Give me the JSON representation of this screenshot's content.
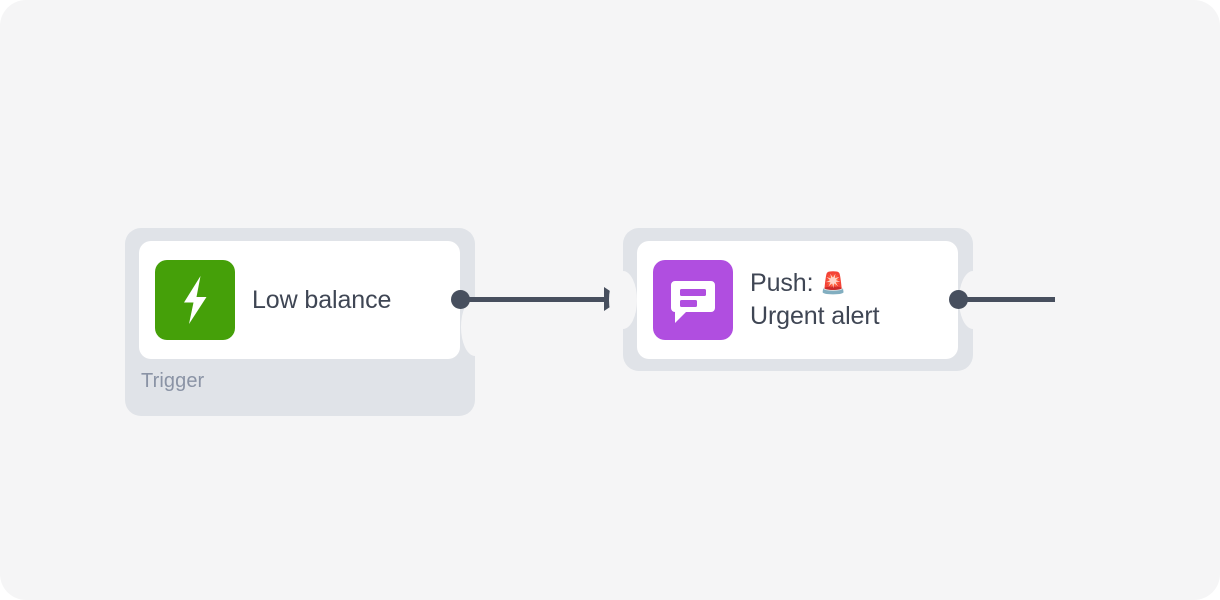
{
  "canvas": {
    "background_color": "#f5f5f6",
    "page_background_color": "#ffffff"
  },
  "nodes": [
    {
      "id": "trigger",
      "title": "Low balance",
      "label": "Trigger",
      "icon": "lightning-bolt-icon",
      "icon_color": "#45a009",
      "icon_glyph_color": "#ffffff",
      "card_color": "#ffffff",
      "shell_color": "#e0e3e8",
      "title_color": "#3f4654",
      "label_color": "#8a93a5"
    },
    {
      "id": "push",
      "title_line1": "Push: ",
      "title_emoji": "🚨",
      "title_line2": "Urgent alert",
      "icon": "chat-bubble-icon",
      "icon_color": "#b04ee0",
      "icon_glyph_color": "#ffffff",
      "card_color": "#ffffff",
      "shell_color": "#e0e3e8",
      "title_color": "#3f4654"
    }
  ],
  "connectors": {
    "wire_color": "#474f5e",
    "trigger_output_port": "output-port-trigger",
    "push_input_arrow": "input-arrow-push",
    "push_output_port": "output-port-push",
    "trailing_wire": "trailing-wire"
  }
}
